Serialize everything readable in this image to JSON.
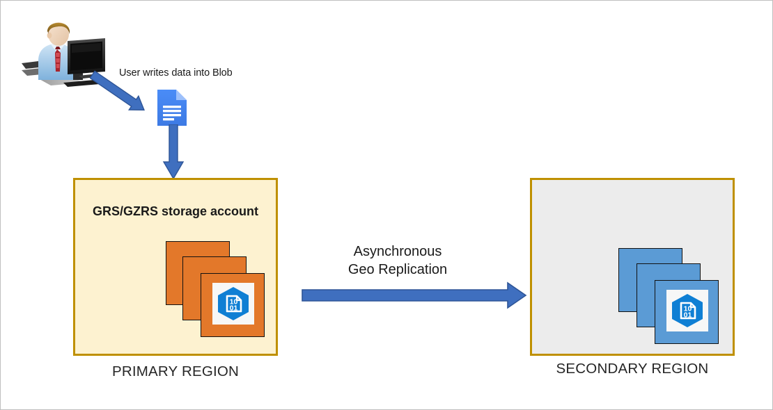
{
  "diagram": {
    "title": "Azure GRS/GZRS geo-replication",
    "background_color": "#ffffff",
    "border_color": "#bfbfbf"
  },
  "labels": {
    "write_action": "User writes data into Blob",
    "replication_line1": "Asynchronous",
    "replication_line2": "Geo Replication"
  },
  "primary_region": {
    "caption": "PRIMARY REGION",
    "box_title": "GRS/GZRS storage account",
    "fill_color": "#fdf2d0",
    "border_color": "#bf9000",
    "card_color": "#e3782a",
    "card_count": 3
  },
  "secondary_region": {
    "caption": "SECONDARY REGION",
    "box_title": "",
    "fill_color": "#ececec",
    "border_color": "#bf9000",
    "card_color": "#5b9bd5",
    "card_count": 3
  },
  "storage_glyph": {
    "name": "azure-storage-icon",
    "hex_color": "#0f7fd4",
    "top_digits": "10",
    "bottom_digits": "01"
  },
  "icons": {
    "user": "user-at-computer-icon",
    "blob": "blob-document-icon",
    "arrow_write": "arrow-diagonal-down-right-icon",
    "arrow_store": "arrow-down-icon",
    "arrow_replicate": "arrow-right-icon"
  },
  "colors": {
    "arrow_blue": "#3f6fbf",
    "arrow_blue_dark": "#2e5597",
    "blob_blue": "#4285f4",
    "gold": "#bf9000"
  }
}
